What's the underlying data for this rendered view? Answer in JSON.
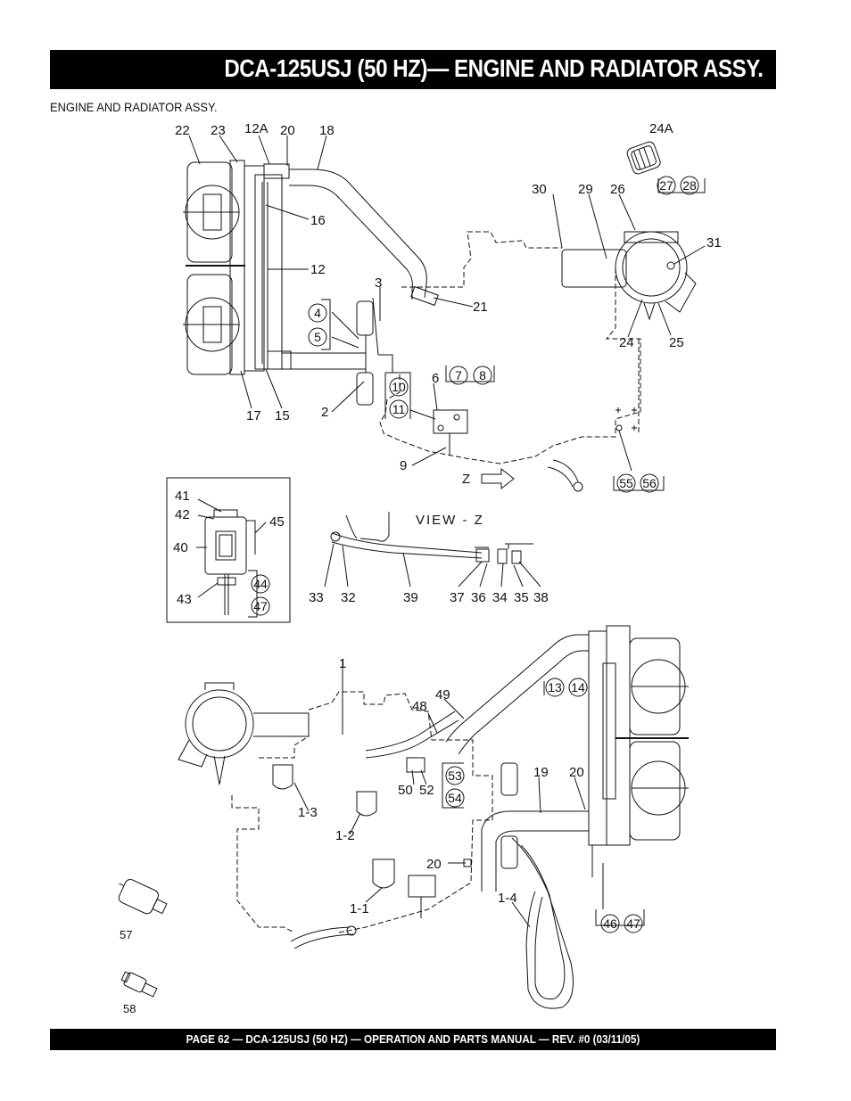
{
  "header": {
    "title": "DCA-125USJ (50 HZ)— ENGINE AND RADIATOR ASSY."
  },
  "section": {
    "subtitle": "ENGINE AND RADIATOR ASSY."
  },
  "footer": {
    "text": "PAGE 62 — DCA-125USJ (50 HZ) —  OPERATION AND PARTS  MANUAL — REV. #0  (03/11/05)"
  },
  "labels": {
    "top": [
      "22",
      "23",
      "12A",
      "20",
      "18",
      "24A",
      "30",
      "29",
      "26",
      "16",
      "31",
      "12",
      "3",
      "21",
      "25",
      "24",
      "17",
      "15",
      "2",
      "6",
      "9"
    ],
    "top_circled": [
      "27",
      "28",
      "4",
      "5",
      "7",
      "8",
      "10",
      "11",
      "55",
      "56"
    ],
    "view_z": "VIEW - Z",
    "z_arrow": "Z",
    "inset": [
      "41",
      "42",
      "45",
      "40",
      "43"
    ],
    "inset_circled": [
      "44",
      "47"
    ],
    "middle": [
      "33",
      "32",
      "39",
      "37",
      "36",
      "34",
      "35",
      "38"
    ],
    "bottom": [
      "1",
      "49",
      "48",
      "19",
      "20",
      "1-3",
      "1-2",
      "50",
      "52",
      "20",
      "1-1",
      "1-4",
      "57",
      "58"
    ],
    "bottom_circled": [
      "13",
      "14",
      "53",
      "54",
      "46",
      "47"
    ]
  }
}
